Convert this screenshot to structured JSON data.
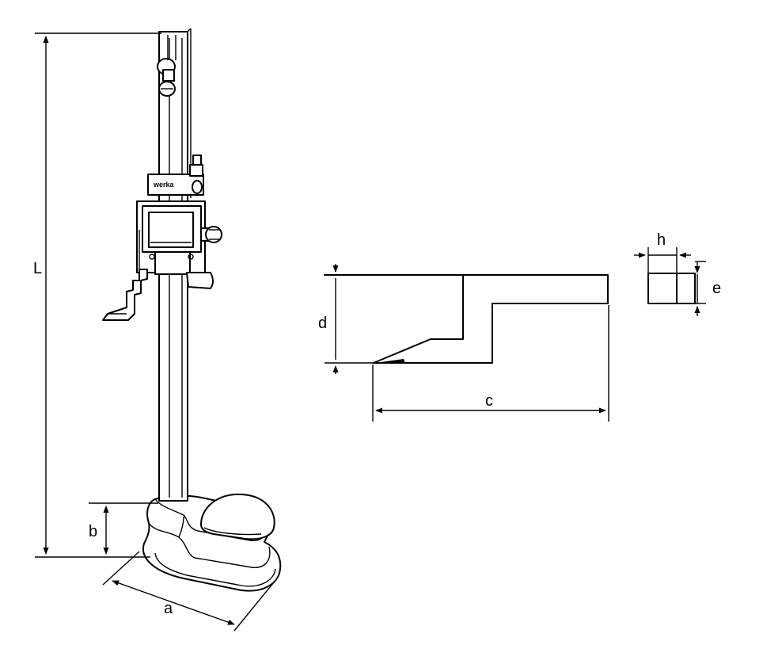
{
  "instrument": {
    "brand": "werka"
  },
  "dimensions": {
    "L": "L",
    "a": "a",
    "b": "b",
    "c": "c",
    "d": "d",
    "e": "e",
    "h": "h"
  }
}
